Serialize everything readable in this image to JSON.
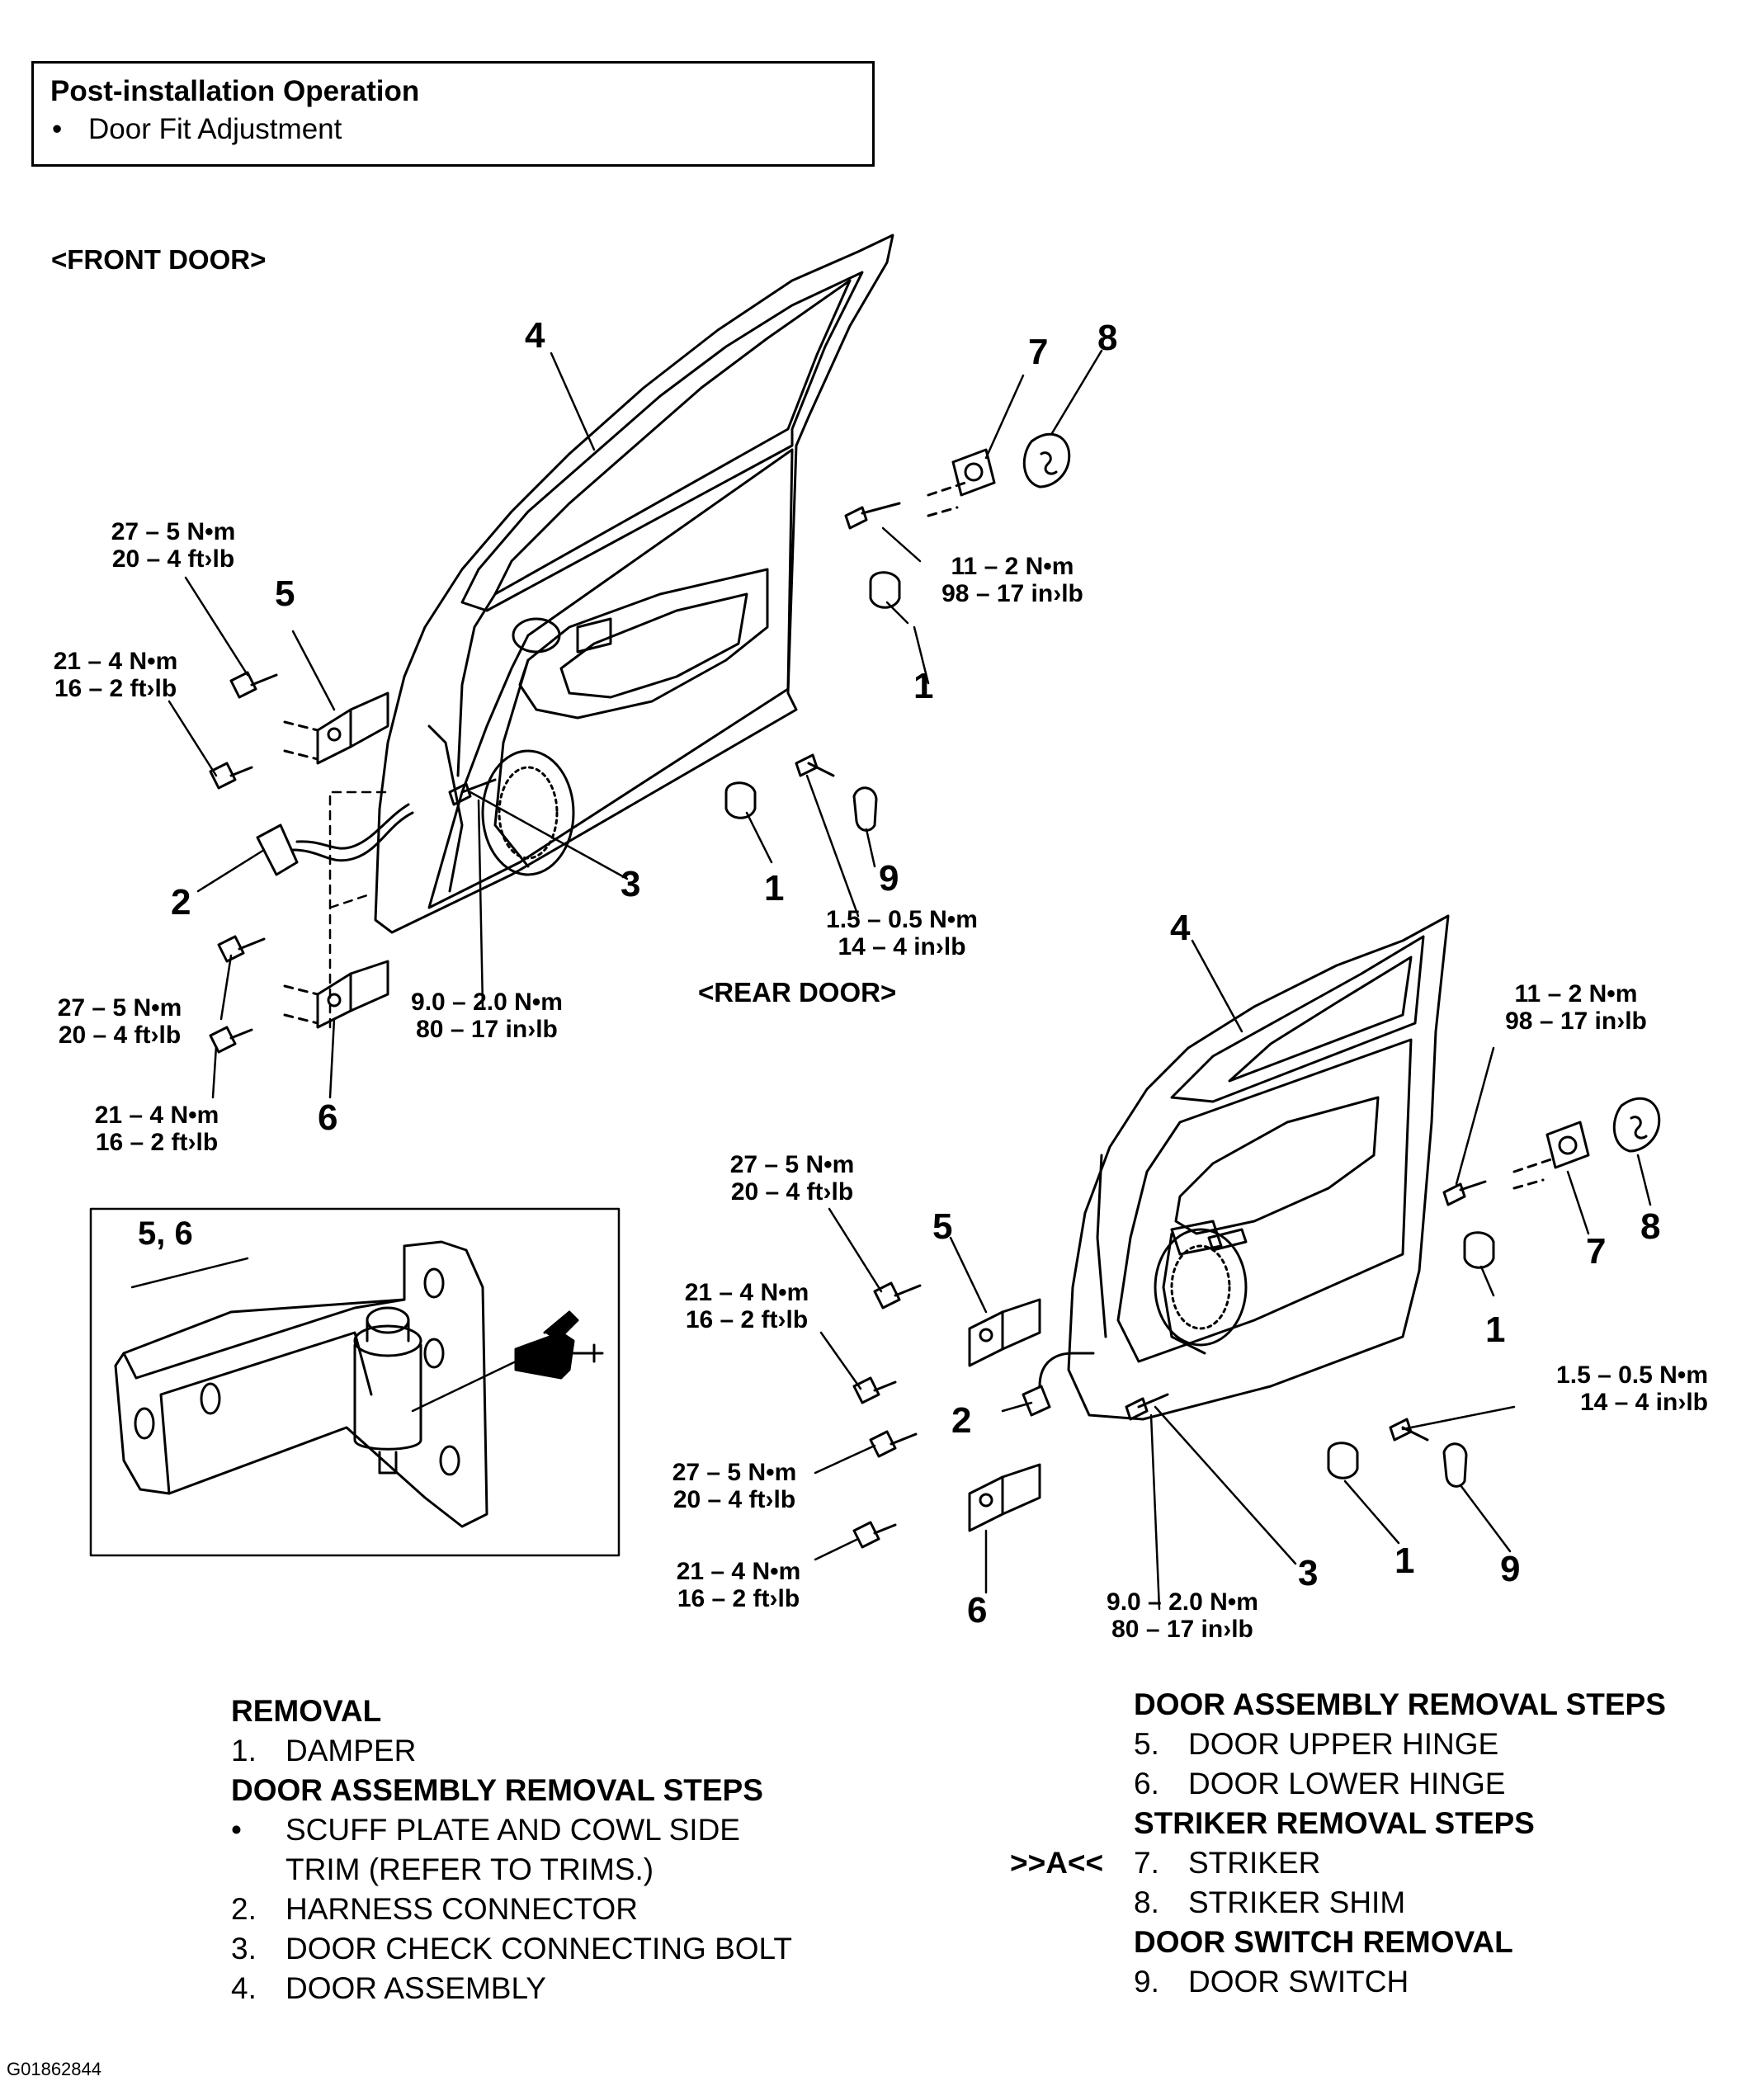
{
  "post_install": {
    "title": "Post-installation Operation",
    "bullet": "•",
    "item": "Door Fit Adjustment"
  },
  "views": {
    "front": "<FRONT DOOR>",
    "rear": "<REAR DOOR>"
  },
  "inset_label": "5, 6",
  "callouts": {
    "front_4": "4",
    "front_7": "7",
    "front_8": "8",
    "front_5": "5",
    "front_1_upper": "1",
    "front_2": "2",
    "front_3": "3",
    "front_1_lower": "1",
    "front_9": "9",
    "front_6": "6",
    "rear_4": "4",
    "rear_7": "7",
    "rear_8": "8",
    "rear_1_upper": "1",
    "rear_5": "5",
    "rear_2": "2",
    "rear_3": "3",
    "rear_1_lower": "1",
    "rear_9": "9",
    "rear_6": "6"
  },
  "torques": {
    "f_upper_hinge_bolt_top": [
      "27 – 5 N•m",
      "20 – 4 ft›lb"
    ],
    "f_upper_hinge_bolt_bottom": [
      "21 – 4 N•m",
      "16 – 2 ft›lb"
    ],
    "f_striker": [
      "11 – 2 N•m",
      "98 – 17 in›lb"
    ],
    "f_switch": [
      "1.5 – 0.5 N•m",
      "14 – 4 in›lb"
    ],
    "f_lower_hinge_bolt_top": [
      "27 – 5 N•m",
      "20 – 4 ft›lb"
    ],
    "f_check": [
      "9.0 – 2.0 N•m",
      "80 – 17 in›lb"
    ],
    "f_lower_hinge_bolt_bottom": [
      "21 – 4 N•m",
      "16 – 2 ft›lb"
    ],
    "r_striker": [
      "11 – 2 N•m",
      "98 – 17 in›lb"
    ],
    "r_upper_hinge_bolt_top": [
      "27 – 5 N•m",
      "20 – 4 ft›lb"
    ],
    "r_upper_hinge_bolt_bottom": [
      "21 – 4 N•m",
      "16 – 2 ft›lb"
    ],
    "r_switch": [
      "1.5 – 0.5 N•m",
      "14 – 4 in›lb"
    ],
    "r_lower_hinge_bolt_top": [
      "27 – 5 N•m",
      "20 – 4 ft›lb"
    ],
    "r_lower_hinge_bolt_bottom": [
      "21 – 4 N•m",
      "16 – 2 ft›lb"
    ],
    "r_check": [
      "9.0 – 2.0 N•m",
      "80 – 17 in›lb"
    ]
  },
  "legend_left": {
    "removal_header": "REMOVAL",
    "item1_num": "1.",
    "item1": "DAMPER",
    "steps_header": "DOOR ASSEMBLY REMOVAL STEPS",
    "bullet": "•",
    "bullet_line1": "SCUFF PLATE AND COWL SIDE",
    "bullet_line2": "TRIM (REFER TO TRIMS.)",
    "item2_num": "2.",
    "item2": "HARNESS CONNECTOR",
    "item3_num": "3.",
    "item3": "DOOR CHECK CONNECTING BOLT",
    "item4_num": "4.",
    "item4": "DOOR ASSEMBLY"
  },
  "legend_right": {
    "steps_header": "DOOR ASSEMBLY REMOVAL STEPS",
    "item5_num": "5.",
    "item5": "DOOR UPPER HINGE",
    "item6_num": "6.",
    "item6": "DOOR LOWER HINGE",
    "striker_header": "STRIKER REMOVAL STEPS",
    "note_a": ">>A<<",
    "item7_num": "7.",
    "item7": "STRIKER",
    "item8_num": "8.",
    "item8": "STRIKER SHIM",
    "switch_header": "DOOR SWITCH REMOVAL",
    "item9_num": "9.",
    "item9": "DOOR SWITCH"
  },
  "figure_id": "G01862844"
}
